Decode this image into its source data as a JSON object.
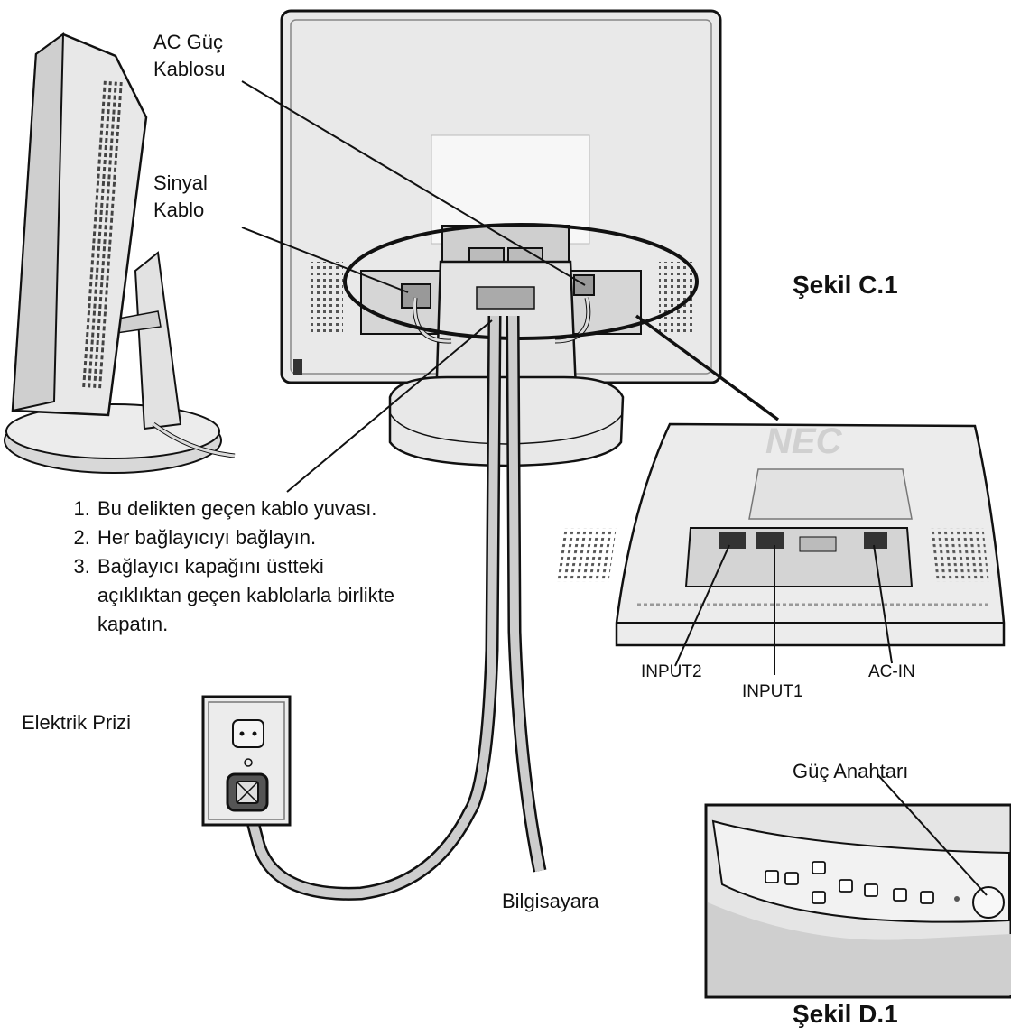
{
  "labels": {
    "ac_cable": [
      "AC Güç",
      "Kablosu"
    ],
    "signal_cable": [
      "Sinyal",
      "Kablo"
    ],
    "outlet": "Elektrik Prizi",
    "to_computer": "Bilgisayara",
    "input2": "INPUT2",
    "input1": "INPUT1",
    "ac_in": "AC-IN",
    "power_switch": "Güç Anahtarı",
    "brand": "NEC"
  },
  "figures": {
    "c1": "Şekil C.1",
    "d1": "Şekil D.1"
  },
  "steps": [
    "Bu delikten geçen kablo yuvası.",
    "Her bağlayıcıyı bağlayın.",
    "Bağlayıcı kapağını üstteki açıklıktan geçen kablolarla birlikte kapatın."
  ],
  "colors": {
    "line": "#111111",
    "panel": "#e6e6e6",
    "panel_dark": "#b9b9b9",
    "panel_light": "#f3f3f3"
  }
}
